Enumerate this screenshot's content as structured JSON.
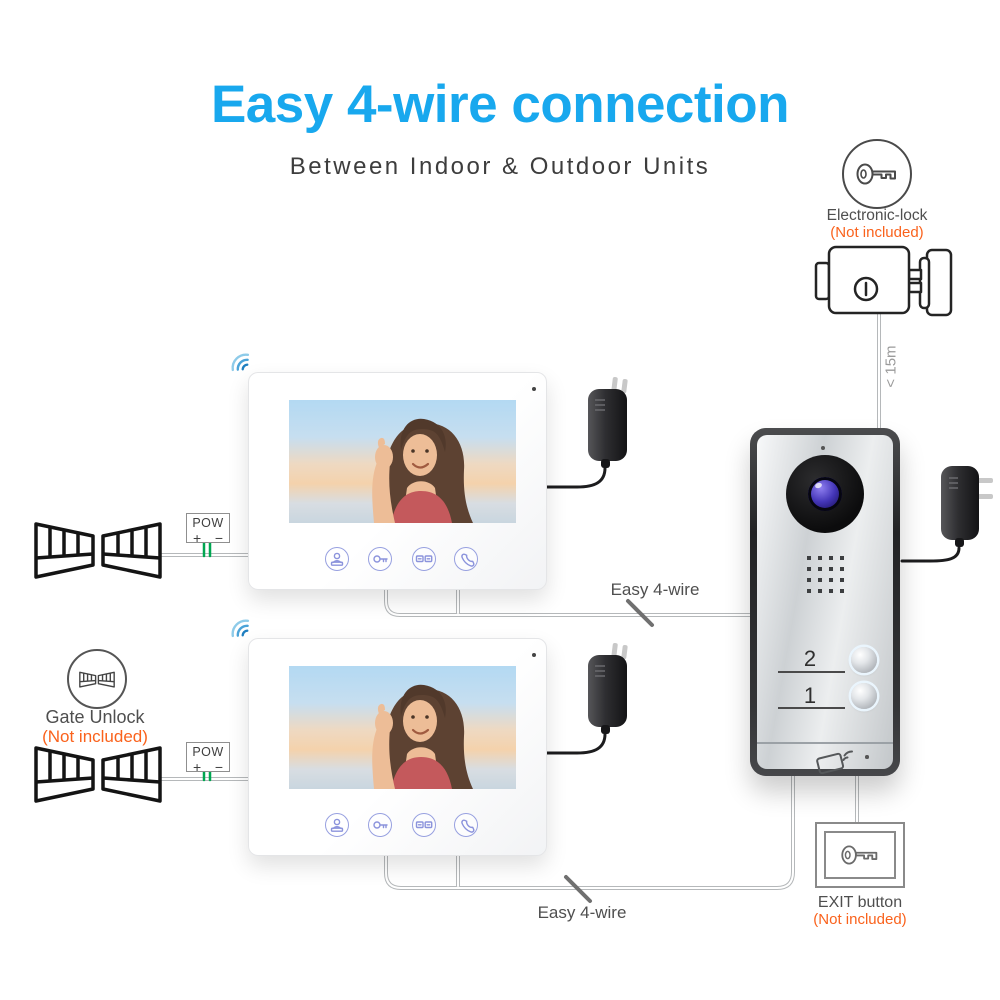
{
  "page": {
    "title": "Easy 4-wire connection",
    "subtitle": "Between Indoor & Outdoor Units"
  },
  "colors": {
    "accent_blue": "#18a8ee",
    "not_included_orange": "#fa621c",
    "wire_gray": "#b5b8ba",
    "power_mark_green": "#00a651",
    "monitor_icon_blue": "#8b93dc"
  },
  "electronic_lock": {
    "label": "Electronic-lock",
    "note": "(Not included)",
    "icon": "key-circle-icon"
  },
  "distance_label": "< 15m",
  "gate_unlock": {
    "label": "Gate Unlock",
    "note": "(Not included)",
    "icon": "gate-circle-icon"
  },
  "exit_button": {
    "label": "EXIT button",
    "note": "(Not included)",
    "icon": "key-icon"
  },
  "wire_labels": {
    "top": "Easy 4-wire",
    "bottom": "Easy 4-wire"
  },
  "power_box": {
    "title": "POW",
    "plus": "+",
    "minus": "−"
  },
  "doorbell": {
    "call_buttons": [
      {
        "label": "2"
      },
      {
        "label": "1"
      }
    ],
    "icons": [
      "camera-lens-icon",
      "mic-dot",
      "speaker-grill",
      "rfid-card-icon"
    ]
  },
  "monitors": [
    {
      "name": "indoor-monitor-1",
      "button_icons": [
        "talk-icon",
        "unlock-key-icon",
        "intercom-icon",
        "hangup-phone-icon"
      ]
    },
    {
      "name": "indoor-monitor-2",
      "button_icons": [
        "talk-icon",
        "unlock-key-icon",
        "intercom-icon",
        "hangup-phone-icon"
      ]
    }
  ]
}
